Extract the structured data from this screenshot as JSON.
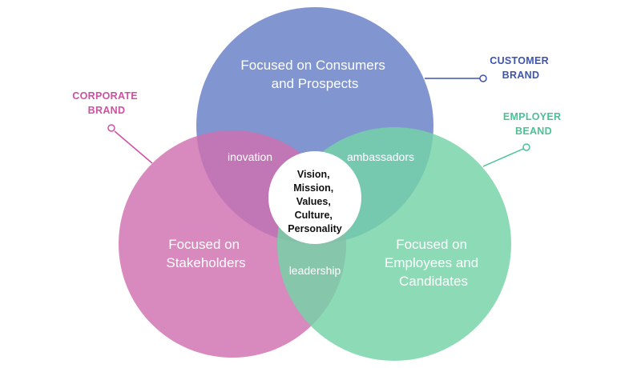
{
  "diagram": {
    "colors": {
      "customer": "#7086C9",
      "corporate": "#D06FAE",
      "employer": "#74D3A6",
      "customer_label": "#3E55B0",
      "corporate_label": "#D04FA2",
      "employer_label": "#4AC295"
    },
    "customer_brand": {
      "label_line1": "CUSTOMER",
      "label_line2": "BRAND",
      "focus_line1": "Focused on Consumers",
      "focus_line2": "and Prospects"
    },
    "corporate_brand": {
      "label_line1": "CORPORATE",
      "label_line2": "BRAND",
      "focus_line1": "Focused on",
      "focus_line2": "Stakeholders"
    },
    "employer_brand": {
      "label_line1": "EMPLOYER",
      "label_line2": "BEAND",
      "focus_line1": "Focused on",
      "focus_line2": "Employees and",
      "focus_line3": "Candidates"
    },
    "overlaps": {
      "customer_corporate": "inovation",
      "customer_employer": "ambassadors",
      "corporate_employer": "leadership"
    },
    "center": {
      "line1": "Vision,",
      "line2": "Mission,",
      "line3": "Values,",
      "line4": "Culture,",
      "line5": "Personality"
    }
  }
}
